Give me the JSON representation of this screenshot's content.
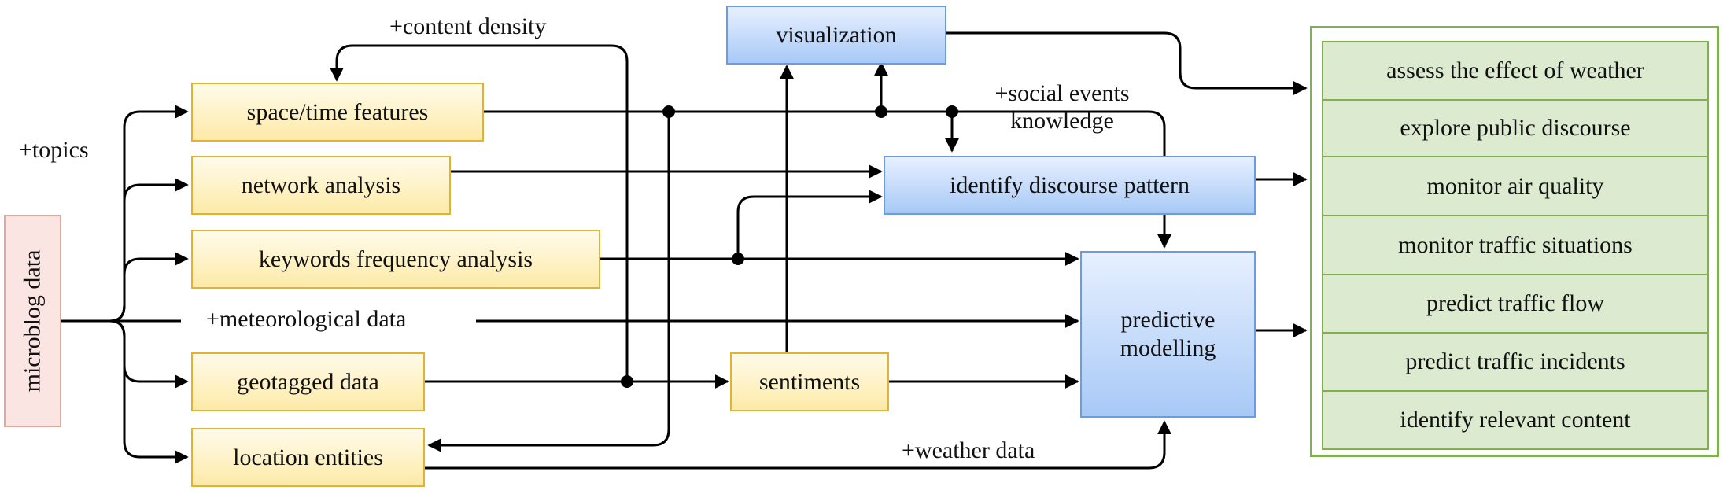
{
  "source": {
    "label": "microblog data"
  },
  "features": {
    "space_time": "space/time features",
    "network": "network analysis",
    "keywords": "keywords frequency analysis",
    "geotagged": "geotagged data",
    "location": "location entities"
  },
  "analysis": {
    "visualization": "visualization",
    "discourse": "identify discourse pattern",
    "sentiments": "sentiments",
    "predictive_line1": "predictive",
    "predictive_line2": "modelling"
  },
  "annotations": {
    "topics": "+topics",
    "content_density": "+content density",
    "social_events_line1": "+social events",
    "social_events_line2": "knowledge",
    "meteorological": "+meteorological data",
    "weather": "+weather data"
  },
  "outcomes": [
    "assess the effect of weather",
    "explore public discourse",
    "monitor air quality",
    "monitor traffic situations",
    "predict traffic flow",
    "predict traffic incidents",
    "identify relevant content"
  ],
  "colors": {
    "feature_fill": "#fdeaa8",
    "feature_border": "#e2b231",
    "analysis_fill": "#a8c9f6",
    "analysis_border": "#6b9be4",
    "outcome_fill": "#dcead0",
    "outcome_border": "#7fb24f",
    "source_fill": "#fae5e2",
    "source_border": "#e4a79e"
  }
}
